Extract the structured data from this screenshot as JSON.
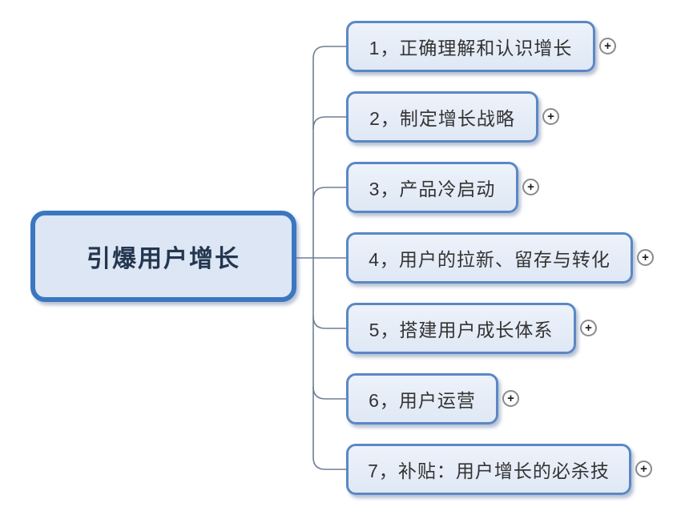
{
  "root": {
    "label": "引爆用户增长"
  },
  "branches": [
    {
      "label": "1，正确理解和认识增长"
    },
    {
      "label": "2，制定增长战略"
    },
    {
      "label": "3，产品冷启动"
    },
    {
      "label": "4，用户的拉新、留存与转化"
    },
    {
      "label": "5，搭建用户成长体系"
    },
    {
      "label": "6，用户运营"
    },
    {
      "label": "7，补贴：用户增长的必杀技"
    }
  ],
  "icons": {
    "expand": "+"
  },
  "colors": {
    "root_border": "#3b77c0",
    "root_fill": "#dce6f4",
    "root_text": "#24364f",
    "branch_border": "#5b87c5",
    "branch_fill_top": "#edf2fa",
    "branch_fill_bottom": "#dfe8f5",
    "branch_text": "#333333",
    "connector": "#6e7f94",
    "expand_circle_border": "#8a8a8a",
    "expand_plus": "#1a1a1a",
    "canvas_bg": "#ffffff"
  }
}
